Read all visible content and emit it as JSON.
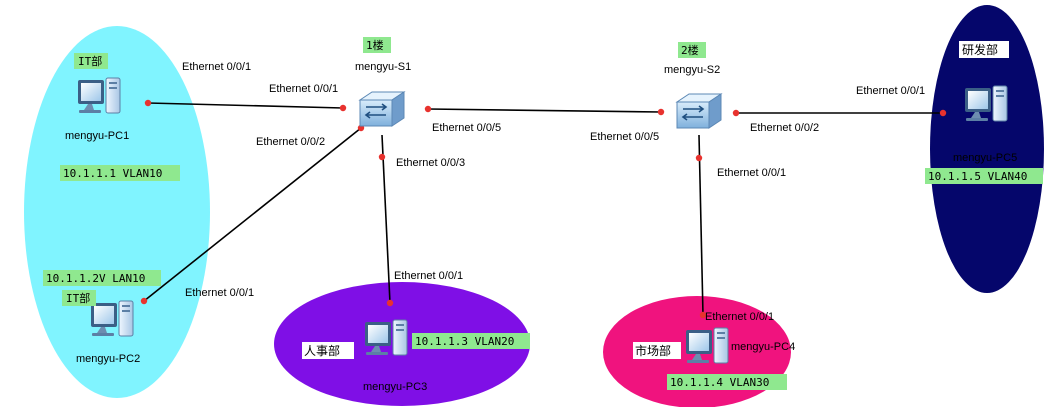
{
  "colors": {
    "it_zone": "#80f4ff",
    "hr_zone": "#7f0fe6",
    "market_zone": "#f0137e",
    "rd_zone": "#05066b",
    "label_highlight": "#8fe88f",
    "port_dot": "#e8322e"
  },
  "switches": {
    "s1": {
      "name": "mengyu-S1",
      "floor": "1楼",
      "icon": "switch-icon"
    },
    "s2": {
      "name": "mengyu-S2",
      "floor": "2楼",
      "icon": "switch-icon"
    }
  },
  "pcs": {
    "pc1": {
      "name": "mengyu-PC1",
      "dept": "IT部",
      "ip": "10.1.1.1 VLAN10",
      "icon": "pc-icon"
    },
    "pc2": {
      "name": "mengyu-PC2",
      "dept": "IT部",
      "ip": "10.1.1.2V LAN10",
      "icon": "pc-icon"
    },
    "pc3": {
      "name": "mengyu-PC3",
      "dept": "人事部",
      "ip": "10.1.1.3 VLAN20",
      "icon": "pc-icon"
    },
    "pc4": {
      "name": "mengyu-PC4",
      "dept": "市场部",
      "ip": "10.1.1.4 VLAN30",
      "icon": "pc-icon"
    },
    "pc5": {
      "name": "mengyu-PC5",
      "dept": "研发部",
      "ip": "10.1.1.5 VLAN40",
      "icon": "pc-icon"
    }
  },
  "ports": {
    "pc1_side": "Ethernet 0/0/1",
    "s1_to_pc1": "Ethernet 0/0/1",
    "s1_to_pc2": "Ethernet 0/0/2",
    "s1_to_pc3": "Ethernet 0/0/3",
    "s1_to_s2": "Ethernet 0/0/5",
    "s2_to_s1": "Ethernet 0/0/5",
    "s2_to_pc5": "Ethernet 0/0/2",
    "s2_to_pc4": "Ethernet 0/0/1",
    "pc2_side": "Ethernet 0/0/1",
    "pc3_side": "Ethernet 0/0/1",
    "pc4_side": "Ethernet 0/0/1",
    "pc5_side": "Ethernet 0/0/1"
  }
}
